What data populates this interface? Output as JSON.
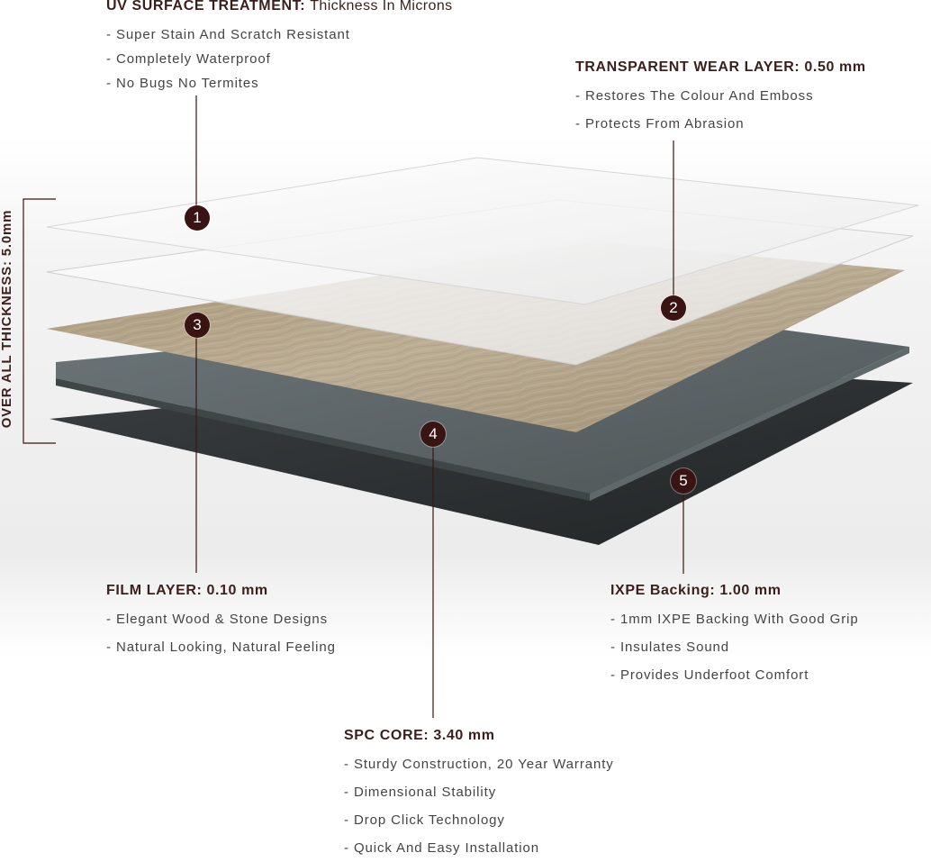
{
  "layers": [
    {
      "number": "1",
      "title": "UV SURFACE TREATMENT:",
      "subtitle": "Thickness In Microns",
      "bullets": [
        "- Super Stain And Scratch Resistant",
        "- Completely Waterproof",
        "- No Bugs No Termites"
      ]
    },
    {
      "number": "2",
      "title": "TRANSPARENT WEAR LAYER: 0.50 mm",
      "bullets": [
        "- Restores The Colour And Emboss",
        "- Protects From Abrasion"
      ]
    },
    {
      "number": "3",
      "title": "FILM LAYER: 0.10 mm",
      "bullets": [
        "- Elegant Wood & Stone Designs",
        "- Natural Looking, Natural Feeling"
      ]
    },
    {
      "number": "4",
      "title": "SPC CORE: 3.40 mm",
      "bullets": [
        "- Sturdy Construction, 20 Year Warranty",
        "- Dimensional Stability",
        "- Drop Click Technology",
        "- Quick And Easy Installation"
      ]
    },
    {
      "number": "5",
      "title": "IXPE Backing: 1.00 mm",
      "bullets": [
        "- 1mm IXPE Backing With Good Grip",
        "- Insulates Sound",
        "- Provides Underfoot Comfort"
      ]
    }
  ],
  "overall_thickness": "OVER ALL THICKNESS: 5.0mm",
  "colors": {
    "badge": "#3a1412",
    "heading": "#3b1f1c",
    "leader_line": "#3a1412",
    "wood": "#b3a58c",
    "spc_core": "#596163",
    "backing": "#2e3133"
  }
}
